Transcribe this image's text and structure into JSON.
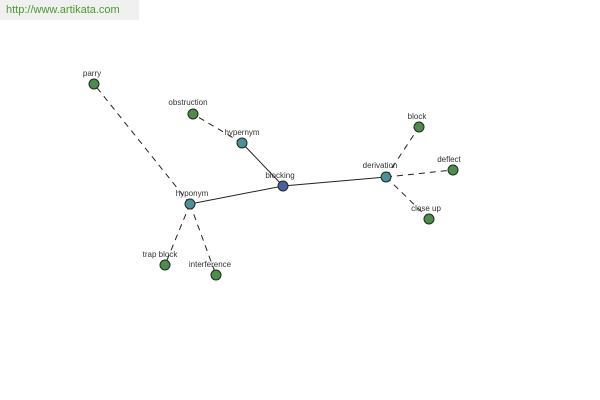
{
  "watermark": "http://www.artikata.com",
  "colors": {
    "center": "#4a5fa0",
    "relation": "#4f8f97",
    "leaf": "#4f8a4f"
  },
  "nodes": {
    "blocking": {
      "label": "blocking",
      "kind": "center"
    },
    "hypernym": {
      "label": "hypernym",
      "kind": "relation"
    },
    "hyponym": {
      "label": "hyponym",
      "kind": "relation"
    },
    "derivation": {
      "label": "derivation",
      "kind": "relation"
    },
    "obstruction": {
      "label": "obstruction",
      "kind": "leaf"
    },
    "parry": {
      "label": "parry",
      "kind": "leaf"
    },
    "trap_block": {
      "label": "trap block",
      "kind": "leaf"
    },
    "interference": {
      "label": "interference",
      "kind": "leaf"
    },
    "block": {
      "label": "block",
      "kind": "leaf"
    },
    "deflect": {
      "label": "deflect",
      "kind": "leaf"
    },
    "close_up": {
      "label": "close up",
      "kind": "leaf"
    }
  }
}
